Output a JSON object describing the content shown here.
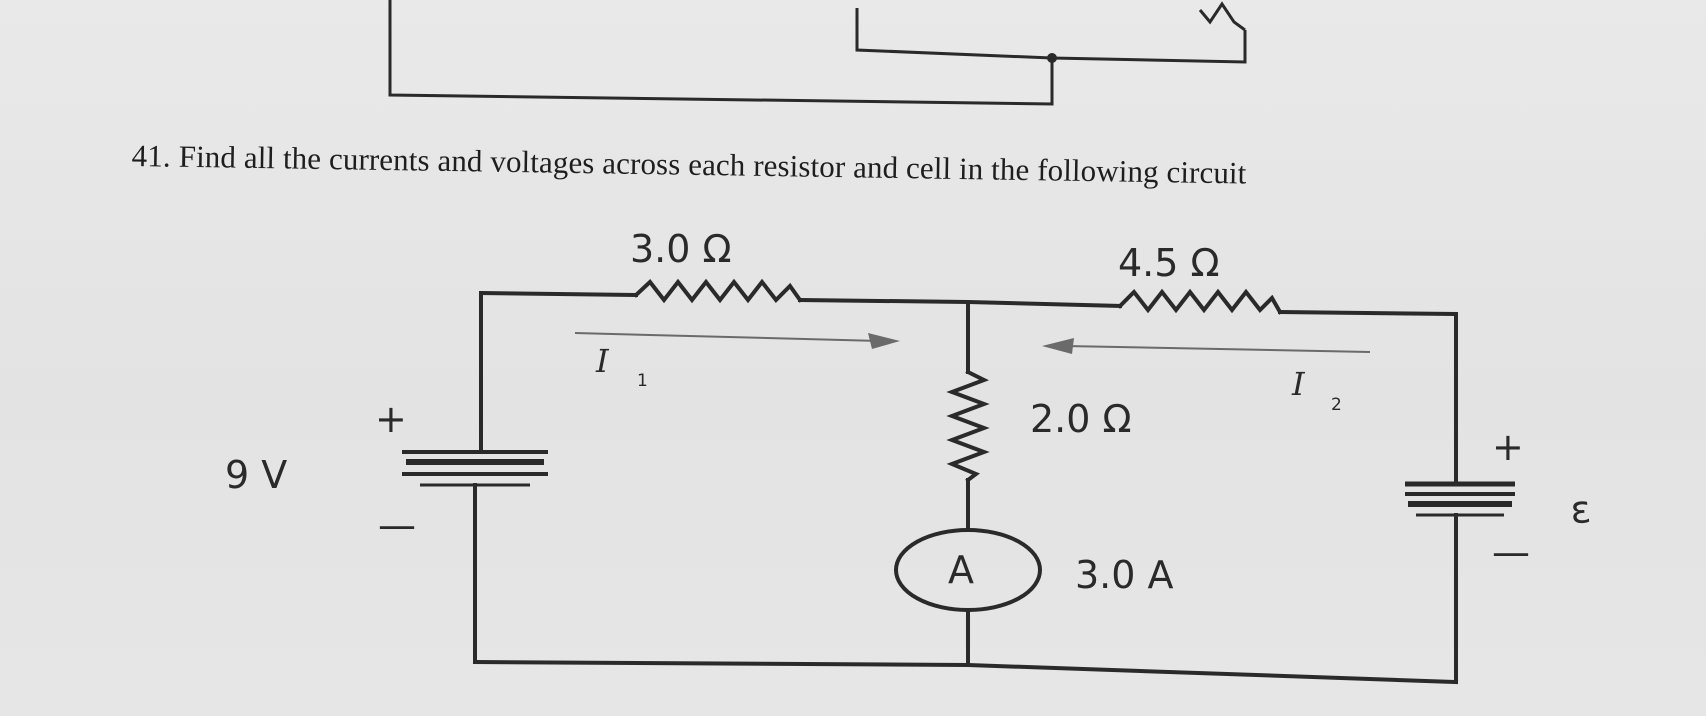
{
  "question": {
    "number": "41.",
    "text": "Find all the currents and voltages across each resistor and cell in the following circuit"
  },
  "circuit": {
    "resistor_top_left": "3.0 Ω",
    "resistor_top_right": "4.5 Ω",
    "resistor_middle": "2.0 Ω",
    "source_left": "9 V",
    "source_right": "ε",
    "plus_sign": "+",
    "minus_sign": "—",
    "ammeter_symbol": "A",
    "ammeter_reading": "3.0 A",
    "current_1": {
      "letter": "I",
      "subscript": "1"
    },
    "current_2": {
      "letter": "I",
      "subscript": "2"
    }
  }
}
